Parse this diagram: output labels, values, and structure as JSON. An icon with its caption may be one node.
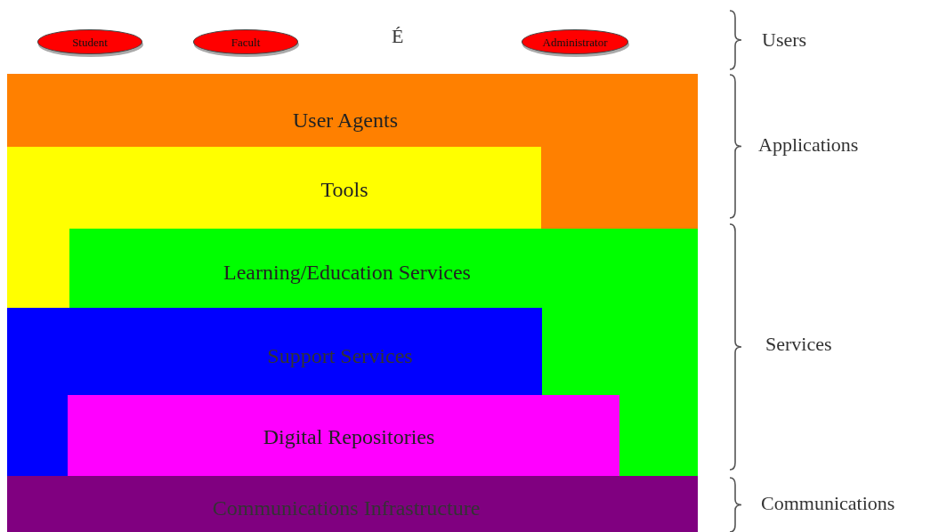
{
  "diagram": {
    "nodes": [
      {
        "text": [
          "Student"
        ]
      },
      {
        "text": [
          "Facult"
        ]
      },
      {
        "text": [
          "Administrator"
        ]
      },
      {
        "text": [
          "User Agents"
        ]
      },
      {
        "text": [
          "Tools"
        ]
      },
      {
        "text": [
          "Learning/Education Services"
        ]
      },
      {
        "text": [
          "Support Services"
        ]
      },
      {
        "text": [
          "Digital Repositories"
        ]
      },
      {
        "text": [
          "Communications Infrastructure"
        ]
      }
    ],
    "labels": [
      "É",
      "Users",
      "Applications",
      "Services",
      "Communications"
    ]
  }
}
